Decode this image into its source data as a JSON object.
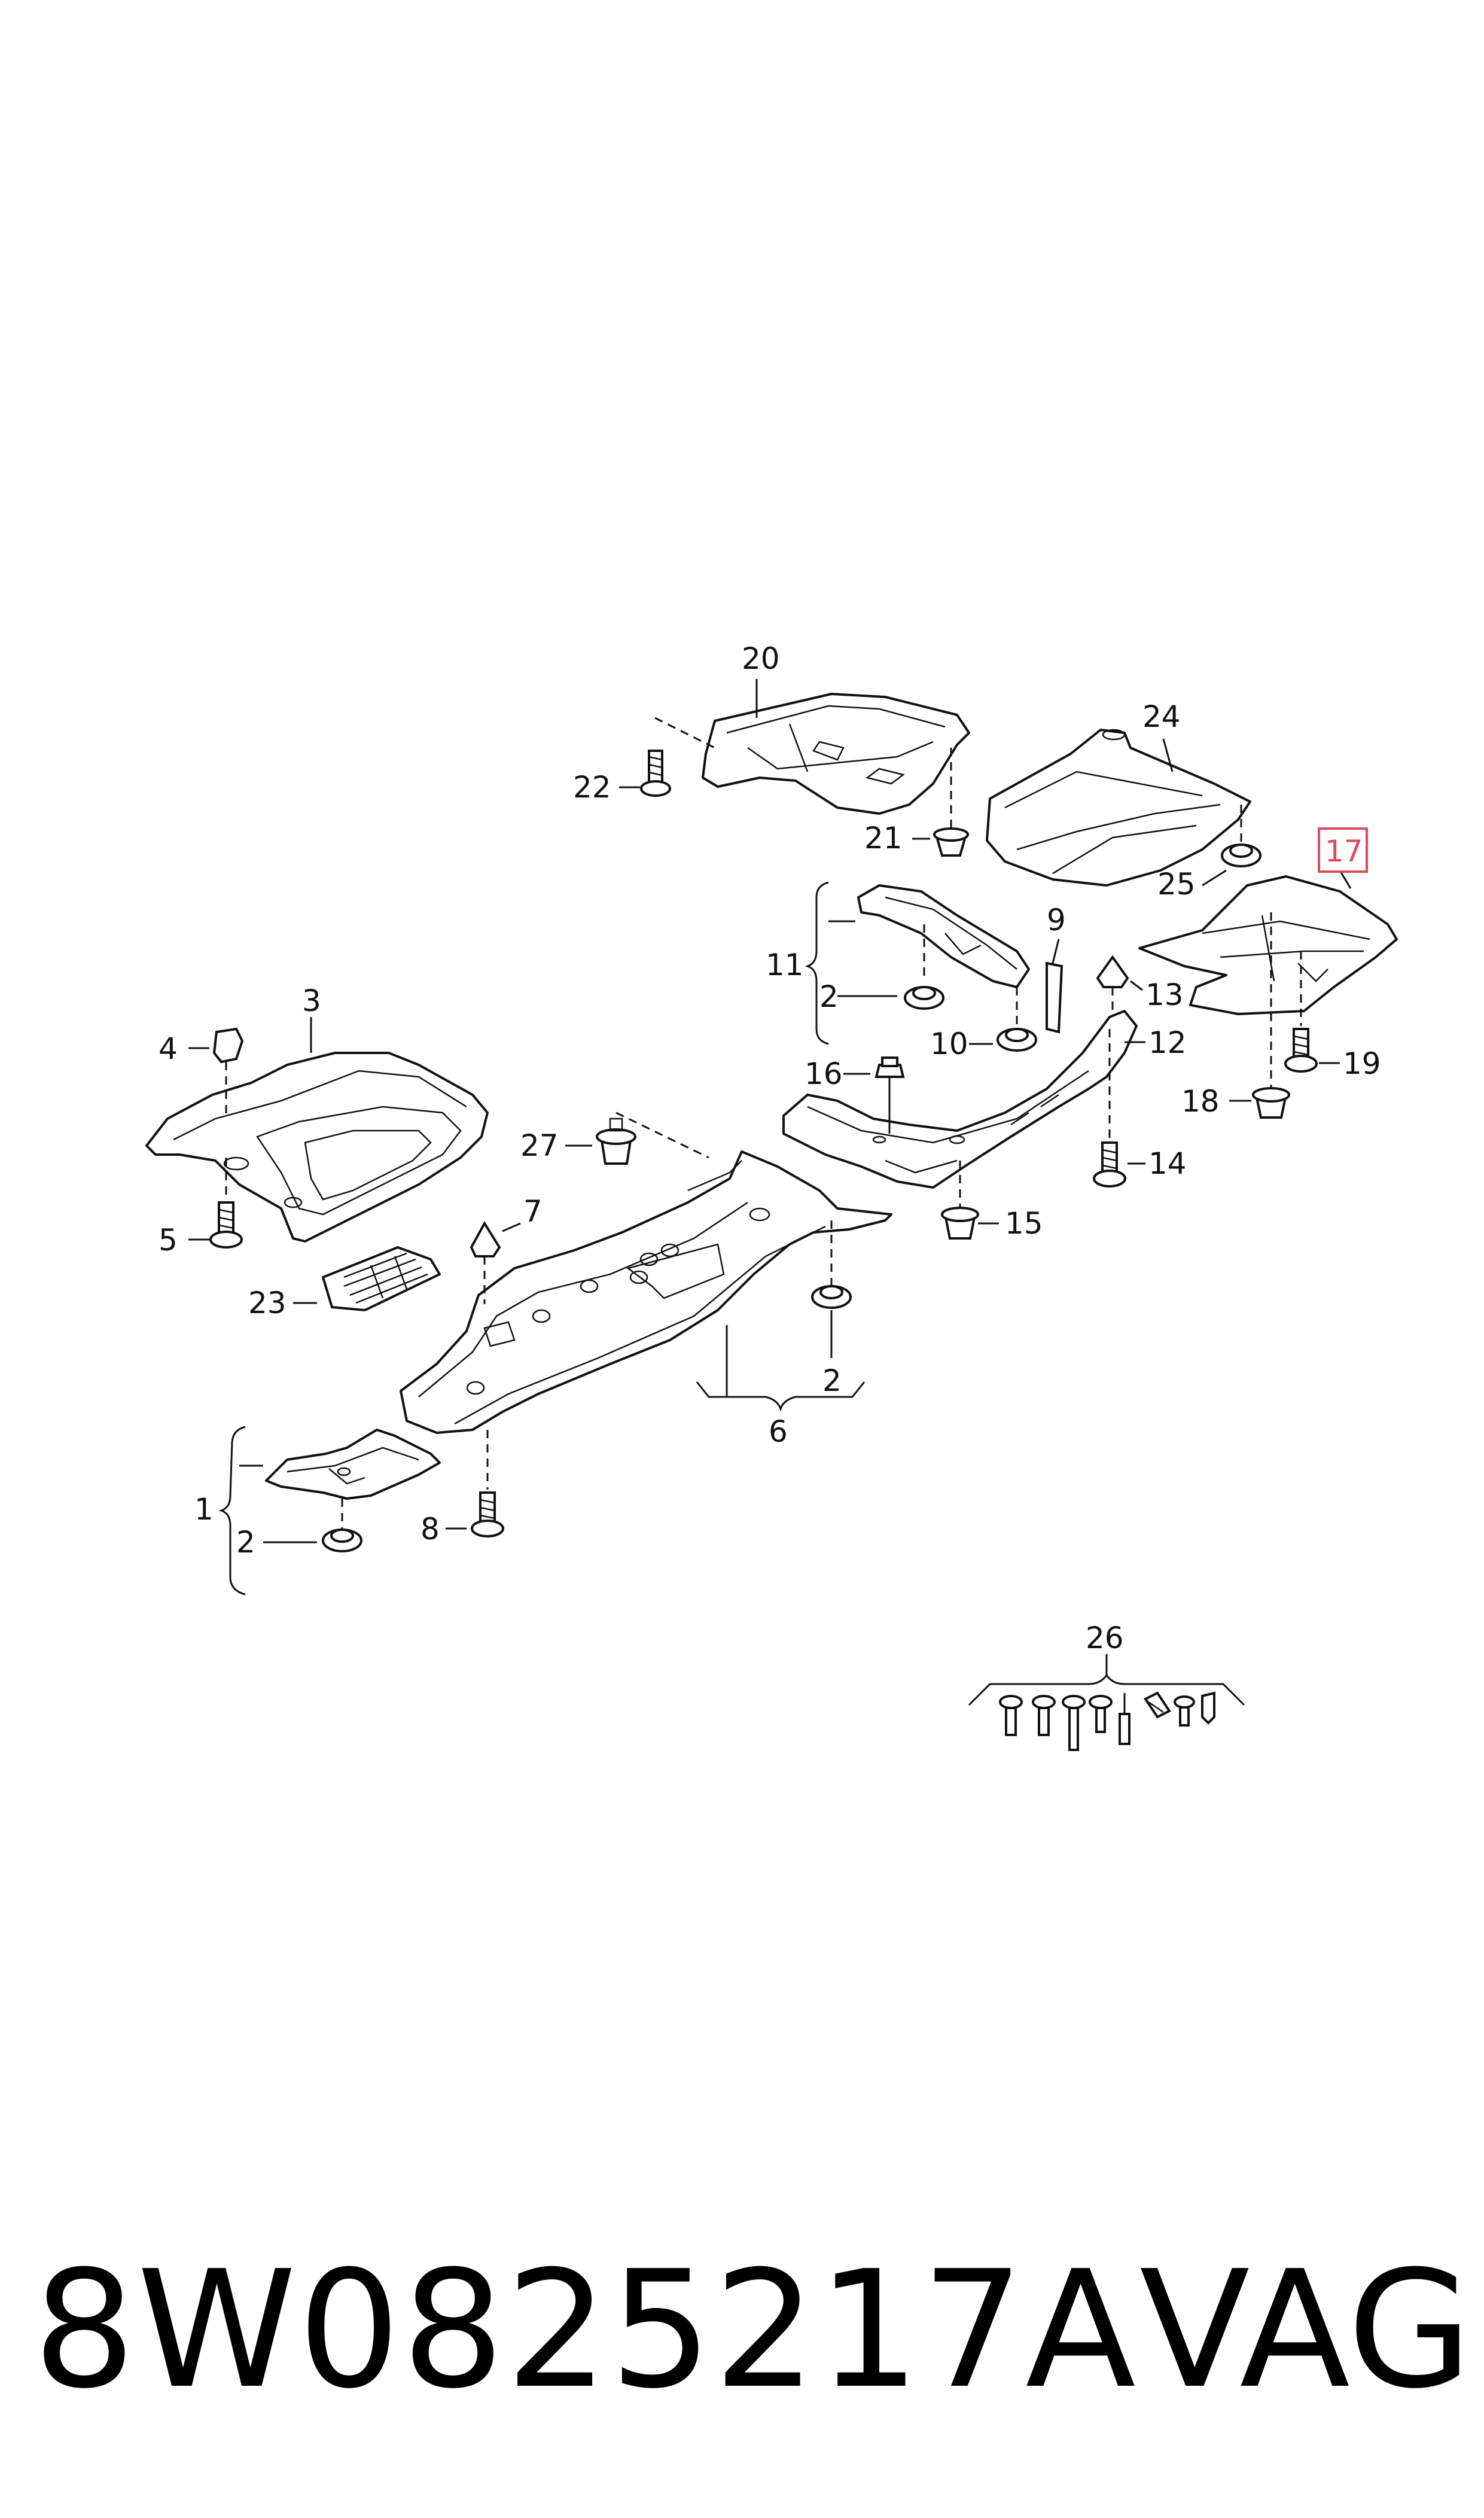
{
  "labels": {
    "l1": "1",
    "l2a": "2",
    "l2b": "2",
    "l2c": "2",
    "l3": "3",
    "l4": "4",
    "l5": "5",
    "l6": "6",
    "l7": "7",
    "l8": "8",
    "l9": "9",
    "l10": "10",
    "l11": "11",
    "l12": "12",
    "l13": "13",
    "l14": "14",
    "l15": "15",
    "l16": "16",
    "l17": "17",
    "l18": "18",
    "l19": "19",
    "l20": "20",
    "l21": "21",
    "l22": "22",
    "l23": "23",
    "l24": "24",
    "l25": "25",
    "l26": "26",
    "l27": "27"
  },
  "highlight": {
    "part": "17",
    "color": "#d94c5a"
  },
  "caption": {
    "part_number": "8W0825217A",
    "brand": "VAG"
  }
}
